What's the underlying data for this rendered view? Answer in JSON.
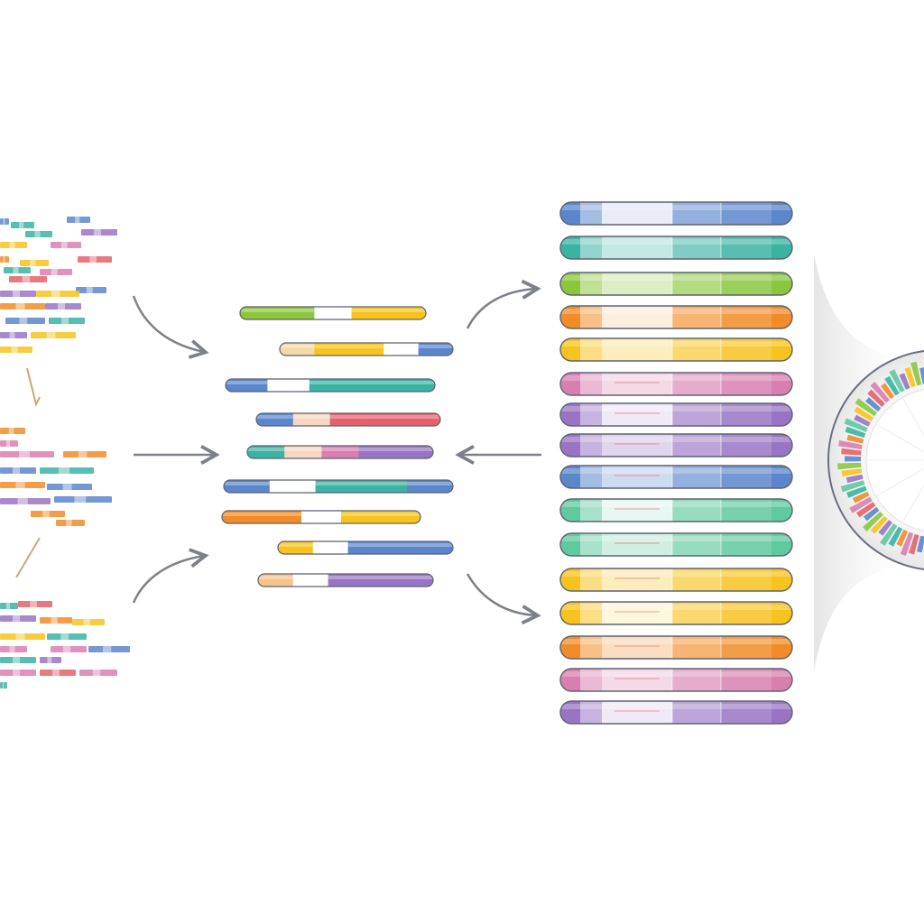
{
  "diagram": {
    "stages": [
      {
        "name": "raw-reads"
      },
      {
        "name": "contigs"
      },
      {
        "name": "scaffolds"
      },
      {
        "name": "circular-genome"
      }
    ],
    "palette": {
      "blue": "#5b86cc",
      "teal": "#3bb3a3",
      "green": "#8cc63f",
      "orange": "#f28c28",
      "yellow": "#f7c31e",
      "pink": "#d97fb0",
      "purple": "#9a74c4",
      "mint": "#5fc9a0",
      "red": "#e4626b",
      "arrow": "#7d8088",
      "outline": "#5c6270"
    }
  }
}
